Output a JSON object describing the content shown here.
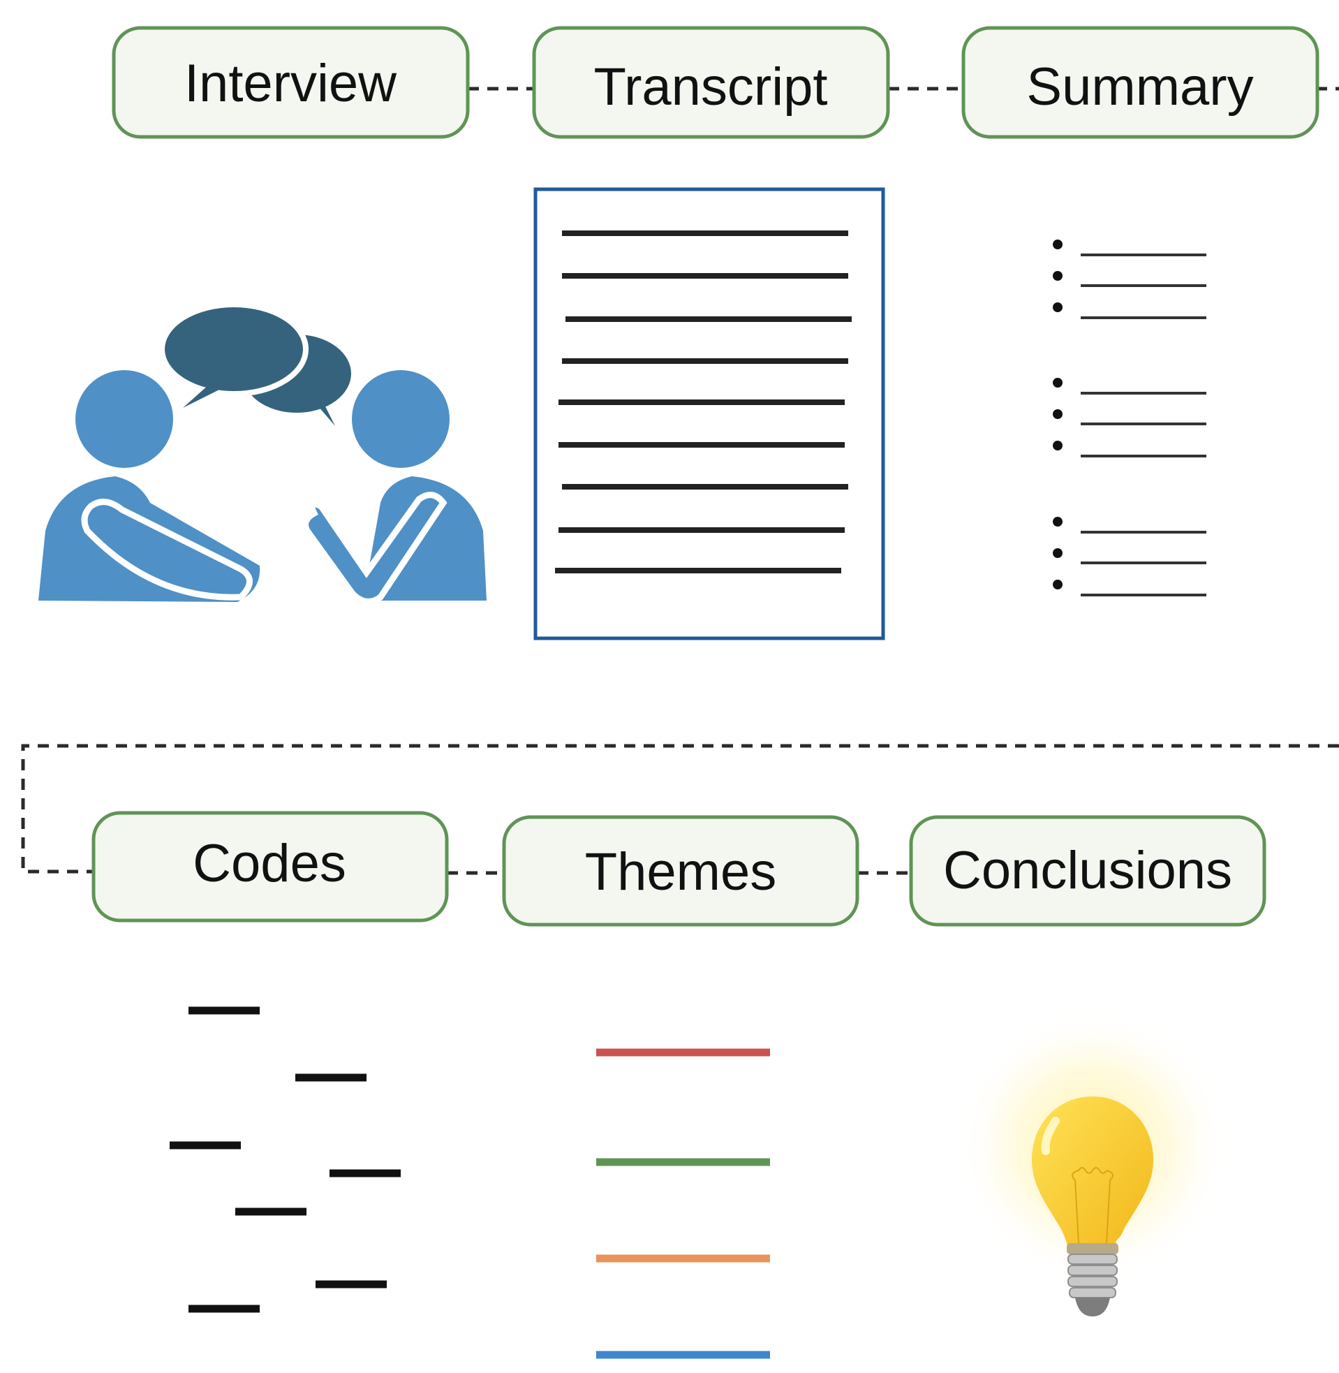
{
  "steps": {
    "interview": "Interview",
    "transcript": "Transcript",
    "summary": "Summary",
    "codes": "Codes",
    "themes": "Themes",
    "conclusions": "Conclusions"
  },
  "icons": {
    "interview": "two-people-talking-icon",
    "transcript": "document-icon",
    "summary": "bullet-list-icon",
    "codes": "scattered-codes-icon",
    "themes": "colored-theme-lines-icon",
    "conclusions": "lightbulb-icon"
  },
  "colors": {
    "box_border": "#5f9455",
    "box_fill": "#f3f7f0",
    "people": "#4f90c6",
    "speech": "#35637e",
    "document_border": "#1f5a9a",
    "theme_red": "#c9534f",
    "theme_green": "#5f9455",
    "theme_orange": "#e8935a",
    "theme_blue": "#3f86cf",
    "bulb": "#f8cc2c"
  }
}
